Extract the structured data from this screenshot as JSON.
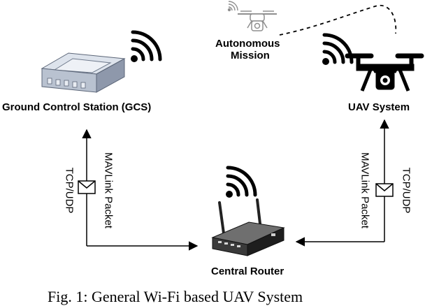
{
  "nodes": {
    "gcs": {
      "label": "Ground Control Station (GCS)"
    },
    "uav": {
      "label": "UAV System"
    },
    "router": {
      "label": "Central Router"
    },
    "mission": {
      "line1": "Autonomous",
      "line2": "Mission"
    }
  },
  "links": {
    "left": {
      "packet_label": "MAVLink Packet",
      "protocol_label": "TCP/UDP"
    },
    "right": {
      "packet_label": "MAVLink Packet",
      "protocol_label": "TCP/UDP"
    }
  },
  "caption": "Fig. 1: General Wi-Fi based UAV System",
  "colors": {
    "stroke": "#000000",
    "device_light": "#c8d0dc",
    "device_dark": "#8a94a6",
    "drone_ghost": "#9a9a9a"
  },
  "icons": [
    "wifi-icon",
    "gcs-device-icon",
    "drone-icon",
    "router-icon",
    "envelope-icon"
  ]
}
